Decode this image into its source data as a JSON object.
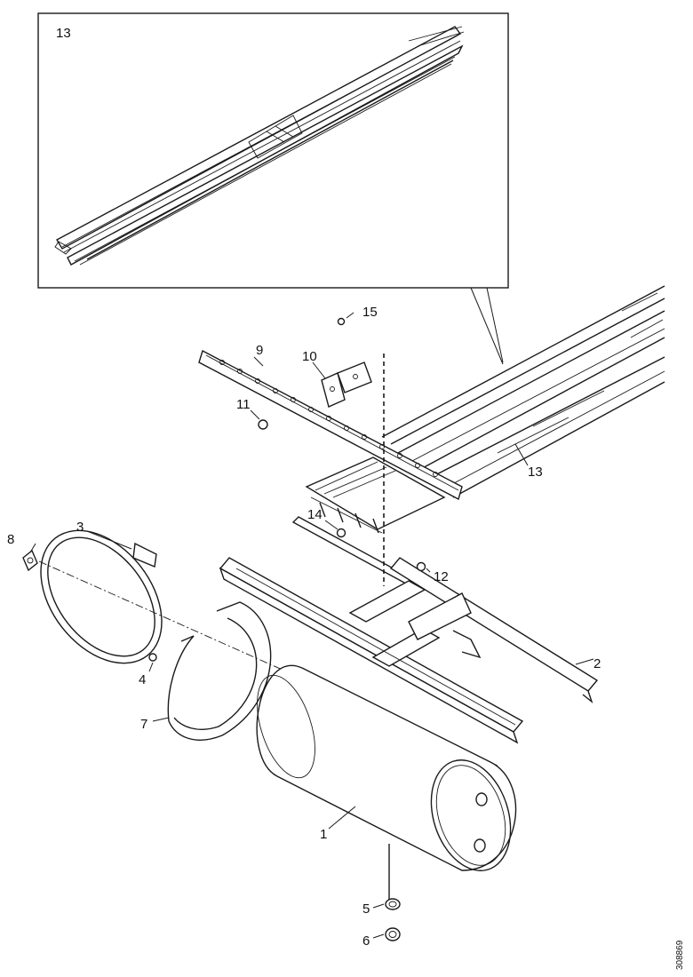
{
  "inset": {
    "label": "13"
  },
  "parts": [
    {
      "id": "p1",
      "label": "1"
    },
    {
      "id": "p2",
      "label": "2"
    },
    {
      "id": "p3",
      "label": "3"
    },
    {
      "id": "p4",
      "label": "4"
    },
    {
      "id": "p5",
      "label": "5"
    },
    {
      "id": "p6",
      "label": "6"
    },
    {
      "id": "p7",
      "label": "7"
    },
    {
      "id": "p8",
      "label": "8"
    },
    {
      "id": "p9",
      "label": "9"
    },
    {
      "id": "p10",
      "label": "10"
    },
    {
      "id": "p11",
      "label": "11"
    },
    {
      "id": "p12",
      "label": "12"
    },
    {
      "id": "p13",
      "label": "13"
    },
    {
      "id": "p14",
      "label": "14"
    },
    {
      "id": "p15",
      "label": "15"
    }
  ],
  "figure_id": "308869"
}
